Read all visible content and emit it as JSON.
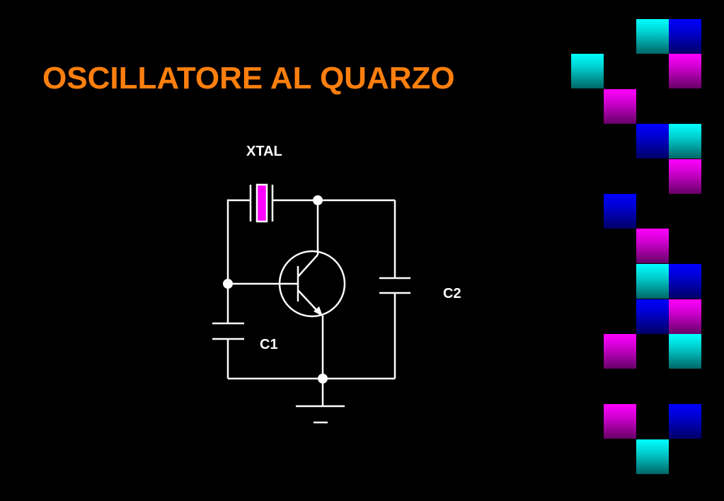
{
  "slide": {
    "title": "OSCILLATORE AL QUARZO"
  },
  "circuit": {
    "labels": {
      "crystal": "XTAL",
      "capacitor_1": "C1",
      "capacitor_2": "C2"
    },
    "colors": {
      "wire": "#ffffff",
      "crystal_element": "#ff00ff"
    }
  },
  "decoration": {
    "tile_colors": {
      "cyan": "#00ffff",
      "blue": "#0000ff",
      "magenta": "#ff00ff"
    }
  }
}
